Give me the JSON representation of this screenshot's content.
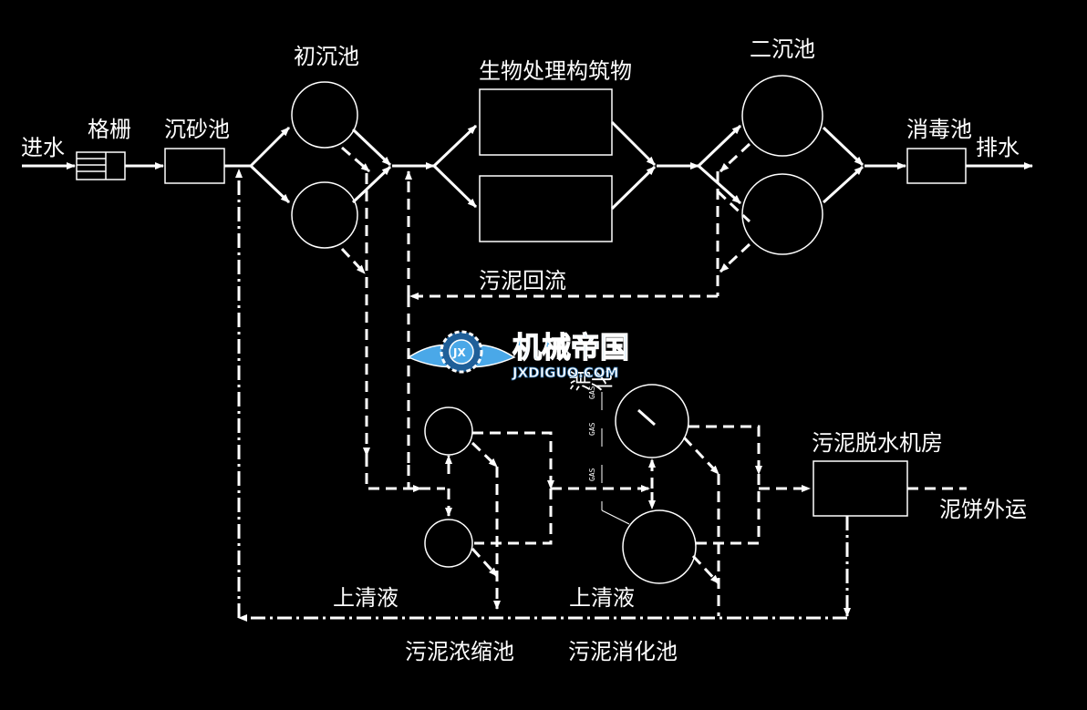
{
  "labels": {
    "inflow": "进水",
    "screen": "格栅",
    "grit": "沉砂池",
    "primary": "初沉池",
    "bio": "生物处理构筑物",
    "secondary": "二沉池",
    "disinfection": "消毒池",
    "outflow": "排水",
    "sludge_return": "污泥回流",
    "digestion_vertical": "消化",
    "dewatering": "污泥脱水机房",
    "cake": "泥饼外运",
    "supernatant_left": "上清液",
    "supernatant_right": "上清液",
    "thickener": "污泥浓缩池",
    "digester": "污泥消化池"
  },
  "gas_labels": [
    "GAS",
    "GAS",
    "GAS"
  ],
  "watermark": {
    "cn": "机械帝国",
    "en": "JXDIGUO.COM",
    "badge": "JX"
  },
  "colors": {
    "background": "#000000",
    "line": "#ffffff",
    "watermark": "#4aa8e8"
  }
}
